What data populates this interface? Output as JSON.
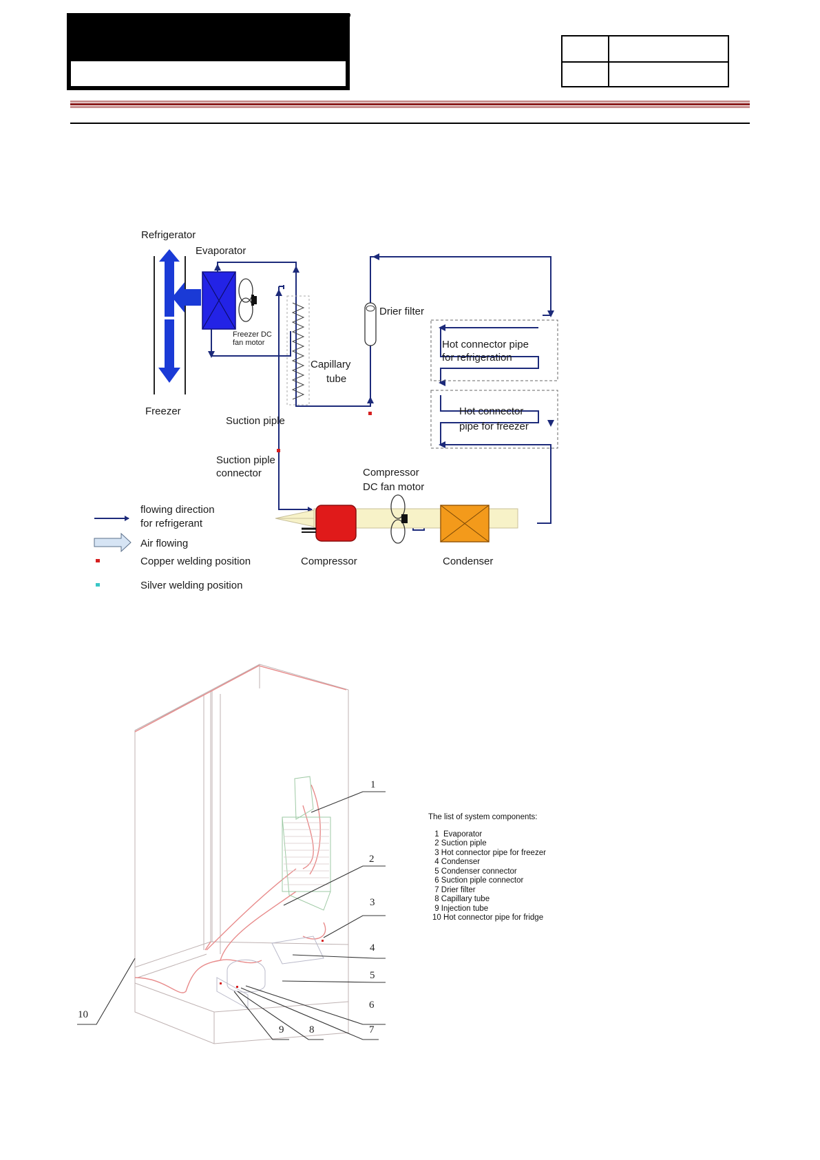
{
  "diagram": {
    "labels": {
      "refrigerator": "Refrigerator",
      "evaporator": "Evaporator",
      "freezer_fan_line1": "Freezer DC",
      "freezer_fan_line2": "fan motor",
      "capillary_line1": "Capillary",
      "capillary_line2": "tube",
      "drier_filter": "Drier filter",
      "hot_refrig_line1": "Hot connector pipe",
      "hot_refrig_line2": "for refrigeration",
      "hot_freezer_line1": "Hot connector",
      "hot_freezer_line2": "pipe for freezer",
      "freezer": "Freezer",
      "suction_pipe": "Suction piple",
      "suction_connector_line1": "Suction piple",
      "suction_connector_line2": "connector",
      "compressor_fan_line1": "Compressor",
      "compressor_fan_line2": "DC fan motor",
      "compressor": "Compressor",
      "condenser": "Condenser"
    },
    "legend": {
      "flow_line1": "flowing  direction",
      "flow_line2": "for refrigerant",
      "air": "Air flowing",
      "copper": "Copper welding position",
      "silver": "Silver welding position"
    },
    "colors": {
      "pipe": "#1c2a7a",
      "air": "#1a3ad6",
      "evaporator": "#2323e6",
      "compressor": "#e01a1a",
      "condenser": "#f39a1b",
      "copper_weld": "#d62020",
      "silver_weld": "#39c6c6",
      "header_rule": "#8a1c1c"
    }
  },
  "components": {
    "title": "The list of system components:",
    "items": [
      " 1  Evaporator",
      " 2 Suction piple",
      " 3 Hot connector pipe for freezer",
      " 4 Condenser",
      " 5 Condenser connector",
      " 6 Suction piple connector",
      " 7 Drier filter",
      " 8 Capillary tube",
      " 9 Injection tube",
      "10 Hot connector pipe for fridge"
    ],
    "callouts": [
      "1",
      "2",
      "3",
      "4",
      "5",
      "6",
      "7",
      "8",
      "9",
      "10"
    ]
  }
}
